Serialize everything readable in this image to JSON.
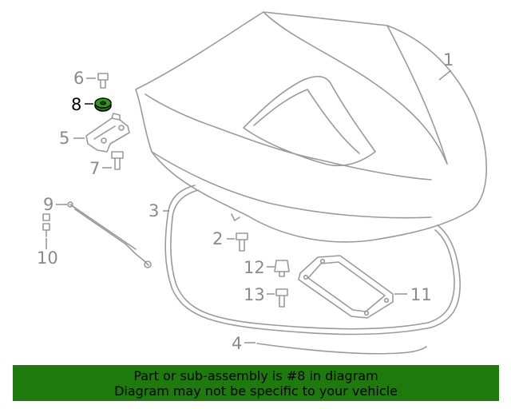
{
  "callouts": {
    "p1": "1",
    "p2": "2",
    "p3": "3",
    "p4": "4",
    "p5": "5",
    "p6": "6",
    "p7": "7",
    "p8": "8",
    "p9": "9",
    "p10": "10",
    "p11": "11",
    "p12": "12",
    "p13": "13"
  },
  "highlight": {
    "part": "8",
    "color": "#1e7a0c"
  },
  "banner": {
    "line1": "Part or sub-assembly is #8 in diagram",
    "line2": "Diagram may not be specific to your vehicle",
    "background": "#1e7a0c"
  }
}
